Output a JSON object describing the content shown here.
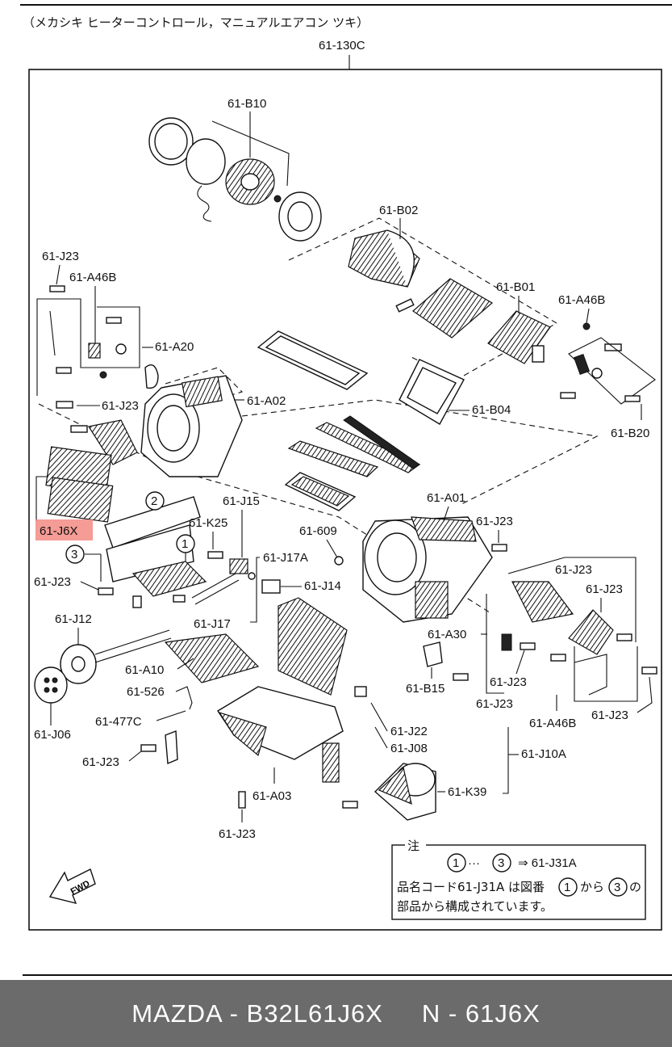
{
  "title": "（メカシキ ヒーターコントロール，マニュアルエアコン ツキ）",
  "assembly_code": "61-130C",
  "highlight_color": "#f28b82",
  "callouts": [
    {
      "id": "b10",
      "text": "61-B10"
    },
    {
      "id": "b02",
      "text": "61-B02"
    },
    {
      "id": "b01",
      "text": "61-B01"
    },
    {
      "id": "a46b_r",
      "text": "61-A46B"
    },
    {
      "id": "j23_tl",
      "text": "61-J23"
    },
    {
      "id": "a46b_l",
      "text": "61-A46B"
    },
    {
      "id": "a20",
      "text": "61-A20"
    },
    {
      "id": "a02",
      "text": "61-A02"
    },
    {
      "id": "j23_l2",
      "text": "61-J23"
    },
    {
      "id": "b04",
      "text": "61-B04"
    },
    {
      "id": "b20",
      "text": "61-B20"
    },
    {
      "id": "j6x",
      "text": "61-J6X"
    },
    {
      "id": "j15",
      "text": "61-J15"
    },
    {
      "id": "k25",
      "text": "61-K25"
    },
    {
      "id": "a01",
      "text": "61-A01"
    },
    {
      "id": "j23_m",
      "text": "61-J23"
    },
    {
      "id": "609",
      "text": "61-609"
    },
    {
      "id": "j17a",
      "text": "61-J17A"
    },
    {
      "id": "j23_l3",
      "text": "61-J23"
    },
    {
      "id": "j14",
      "text": "61-J14"
    },
    {
      "id": "j23_r1",
      "text": "61-J23"
    },
    {
      "id": "j23_r2",
      "text": "61-J23"
    },
    {
      "id": "j12",
      "text": "61-J12"
    },
    {
      "id": "j17",
      "text": "61-J17"
    },
    {
      "id": "a30",
      "text": "61-A30"
    },
    {
      "id": "a10",
      "text": "61-A10"
    },
    {
      "id": "j23_r3",
      "text": "61-J23"
    },
    {
      "id": "b15",
      "text": "61-B15"
    },
    {
      "id": "526",
      "text": "61-526"
    },
    {
      "id": "j23_r4",
      "text": "61-J23"
    },
    {
      "id": "477c",
      "text": "61-477C"
    },
    {
      "id": "j22",
      "text": "61-J22"
    },
    {
      "id": "a46b_b",
      "text": "61-A46B"
    },
    {
      "id": "j23_r5",
      "text": "61-J23"
    },
    {
      "id": "j06",
      "text": "61-J06"
    },
    {
      "id": "j08",
      "text": "61-J08"
    },
    {
      "id": "j23_b1",
      "text": "61-J23"
    },
    {
      "id": "j10a",
      "text": "61-J10A"
    },
    {
      "id": "k39",
      "text": "61-K39"
    },
    {
      "id": "a03",
      "text": "61-A03"
    },
    {
      "id": "j23_b2",
      "text": "61-J23"
    }
  ],
  "markers": [
    "1",
    "2",
    "3"
  ],
  "note": {
    "heading": "注",
    "line1_start": "1",
    "line1_dots": "···",
    "line1_end": "3",
    "line1_arrow": "⇒ 61-J31A",
    "line2_a": "品名コード61-J31A は図番",
    "line2_c1": "1",
    "line2_b": "から",
    "line2_c2": "3",
    "line2_c": "の",
    "line3": "部品から構成されています。"
  },
  "fwd_label": "FWD",
  "footer": "MAZDA - B32L61J6X     N - 61J6X"
}
